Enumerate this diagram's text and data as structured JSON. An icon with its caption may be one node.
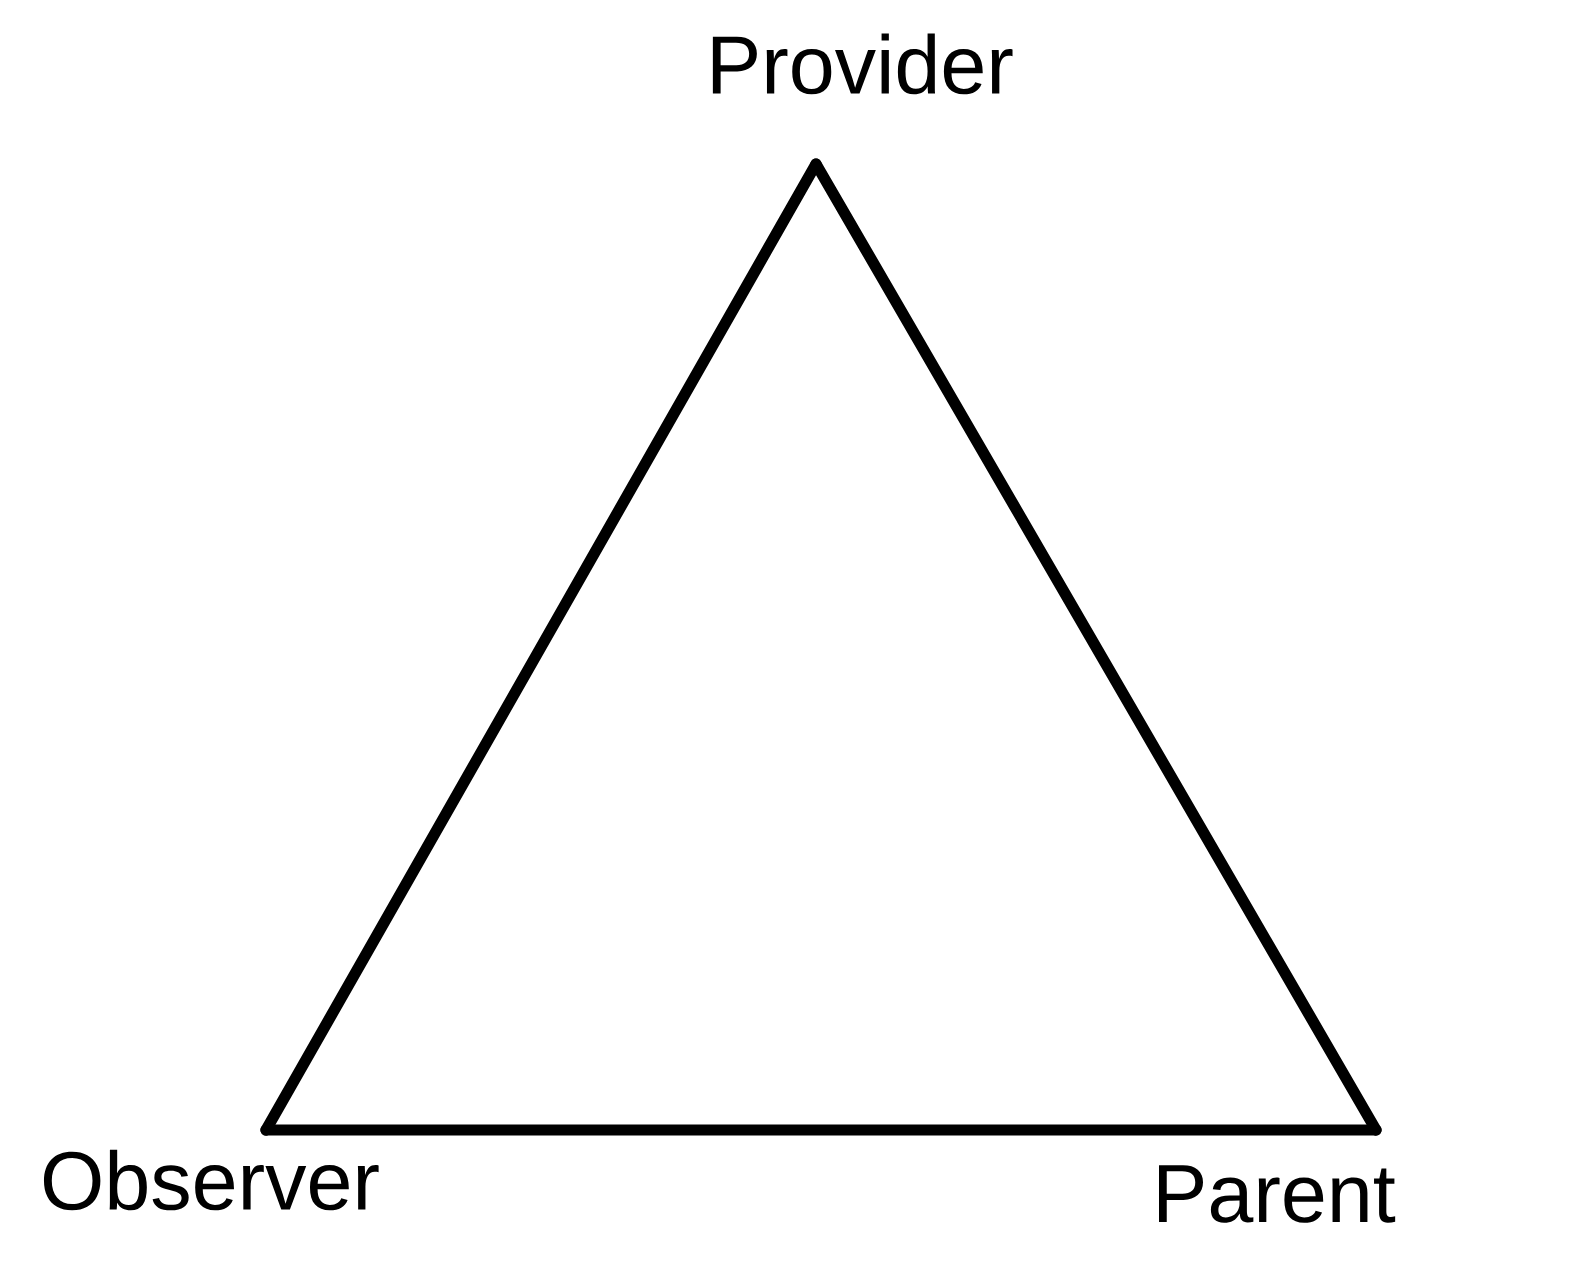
{
  "diagram": {
    "nodes": [
      {
        "text": [
          "Provider"
        ]
      },
      {
        "text": [
          "Observer"
        ]
      },
      {
        "text": [
          "Parent"
        ]
      }
    ],
    "edges": [
      {
        "from": 0,
        "to": 1,
        "arrow": "none"
      },
      {
        "from": 1,
        "to": 2,
        "arrow": "none"
      },
      {
        "from": 2,
        "to": 0,
        "arrow": "none"
      }
    ]
  }
}
